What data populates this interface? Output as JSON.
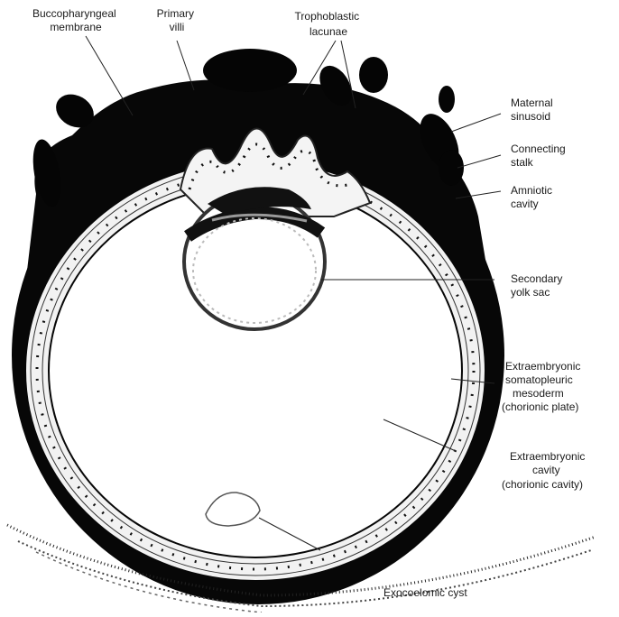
{
  "labels": {
    "buccopharyngeal": [
      "Buccopharyngeal",
      "membrane"
    ],
    "primary_villi": [
      "Primary",
      "villi"
    ],
    "trophoblastic_lacunae": [
      "Trophoblastic",
      "lacunae"
    ],
    "maternal_sinusoid": [
      "Maternal",
      "sinusoid"
    ],
    "connecting_stalk": [
      "Connecting",
      "stalk"
    ],
    "amniotic_cavity": [
      "Amniotic",
      "cavity"
    ],
    "secondary_yolk_sac": [
      "Secondary",
      "yolk sac"
    ],
    "somatopleuric_mesoderm": [
      "Extraembryonic",
      "somatopleuric",
      "mesoderm",
      "(chorionic plate)"
    ],
    "extraembryonic_cavity": [
      "Extraembryonic",
      "cavity",
      "(chorionic cavity)"
    ],
    "exocoelomic_cyst": [
      "Exocoelomic cyst"
    ]
  }
}
